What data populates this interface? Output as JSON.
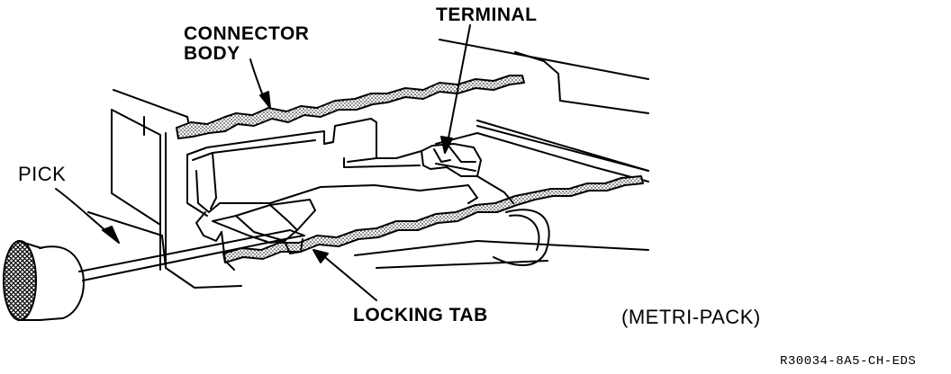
{
  "labels": {
    "connector_body_line1": "CONNECTOR",
    "connector_body_line2": "BODY",
    "terminal": "TERMINAL",
    "pick": "PICK",
    "locking_tab": "LOCKING TAB",
    "metri_pack": "(METRI-PACK)",
    "figure_code": "R30034-8A5-CH-EDS"
  },
  "colors": {
    "ink": "#000000",
    "paper": "#ffffff"
  }
}
